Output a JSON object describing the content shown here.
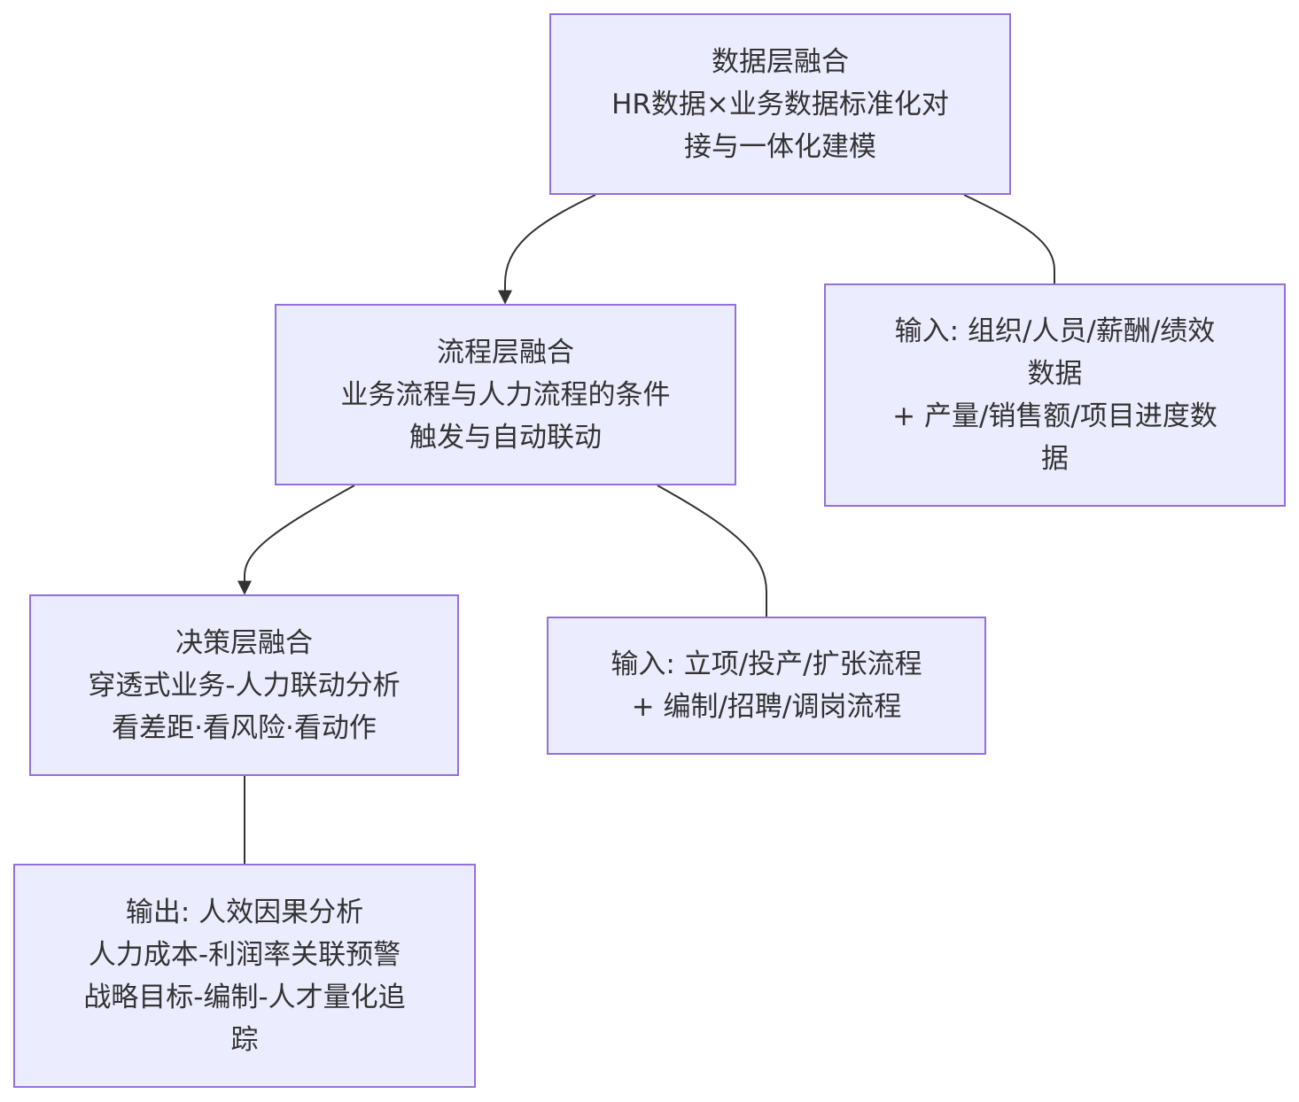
{
  "diagram": {
    "colors": {
      "node_fill": "#ececff",
      "node_border": "#9370db",
      "text": "#333333",
      "edge": "#333333"
    },
    "nodes": {
      "data_layer": {
        "lines": [
          "数据层融合",
          "HR数据×业务数据标准化对",
          "接与一体化建模"
        ]
      },
      "data_input": {
        "lines": [
          "输入: 组织/人员/薪酬/绩效",
          "数据",
          "+ 产量/销售额/项目进度数",
          "据"
        ]
      },
      "process_layer": {
        "lines": [
          "流程层融合",
          "业务流程与人力流程的条件",
          "触发与自动联动"
        ]
      },
      "process_input": {
        "lines": [
          "输入: 立项/投产/扩张流程",
          "+ 编制/招聘/调岗流程"
        ]
      },
      "decision_layer": {
        "lines": [
          "决策层融合",
          "穿透式业务-人力联动分析",
          "看差距·看风险·看动作"
        ]
      },
      "decision_output": {
        "lines": [
          "输出: 人效因果分析",
          "人力成本-利润率关联预警",
          "战略目标-编制-人才量化追",
          "踪"
        ]
      }
    },
    "edges": [
      {
        "from": "data_layer",
        "to": "process_layer",
        "arrow": true
      },
      {
        "from": "data_layer",
        "to": "data_input",
        "arrow": false
      },
      {
        "from": "process_layer",
        "to": "decision_layer",
        "arrow": true
      },
      {
        "from": "process_layer",
        "to": "process_input",
        "arrow": false
      },
      {
        "from": "decision_layer",
        "to": "decision_output",
        "arrow": false
      }
    ]
  }
}
